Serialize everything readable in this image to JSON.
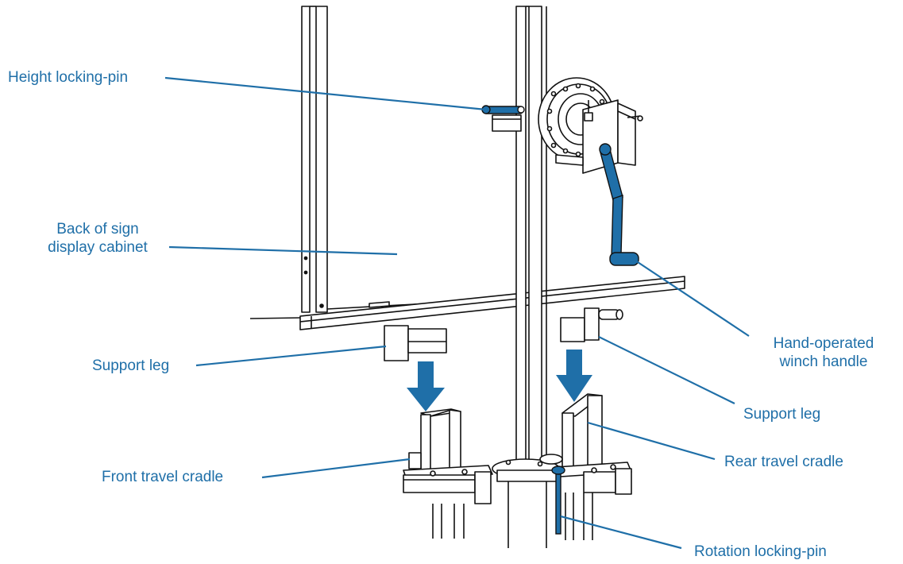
{
  "labels": {
    "height_locking_pin": "Height locking-pin",
    "back_of_sign_line1": "Back of sign",
    "back_of_sign_line2": "display cabinet",
    "support_leg_left": "Support leg",
    "front_travel_cradle": "Front travel cradle",
    "hand_winch_line1": "Hand-operated",
    "hand_winch_line2": "winch handle",
    "support_leg_right": "Support leg",
    "rear_travel_cradle": "Rear travel cradle",
    "rotation_locking_pin": "Rotation locking-pin"
  },
  "colors": {
    "label_text": "#1f6fa8",
    "leader_line": "#1f6fa8",
    "highlight_part": "#1f6fa8",
    "outline": "#111111",
    "part_fill": "#ffffff"
  }
}
